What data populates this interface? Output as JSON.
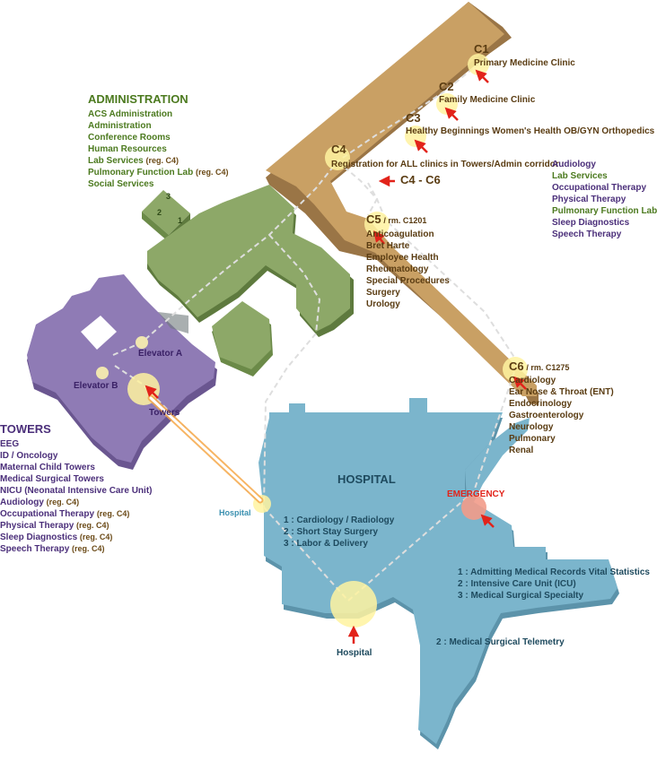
{
  "colors": {
    "clinic": "#c9a064",
    "admin": "#8da868",
    "towers": "#8f7bb5",
    "hospital": "#7bb5cc",
    "arrow": "#e2231a",
    "admin_text": "#4c7a1f",
    "clinic_text": "#6b4a17",
    "towers_text": "#4b2f7a",
    "hospital_text": "#1e4a5e"
  },
  "administration": {
    "title": "ADMINISTRATION",
    "items": [
      {
        "label": "ACS Administration",
        "note": ""
      },
      {
        "label": "Administration",
        "note": ""
      },
      {
        "label": "Conference Rooms",
        "note": ""
      },
      {
        "label": "Human Resources",
        "note": ""
      },
      {
        "label": "Lab Services",
        "note": "(reg. C4)"
      },
      {
        "label": "Pulmonary Function Lab",
        "note": "(reg. C4)"
      },
      {
        "label": "Social Services",
        "note": ""
      }
    ],
    "floor_numbers": [
      "1",
      "2",
      "3"
    ]
  },
  "towers": {
    "title": "TOWERS",
    "items": [
      {
        "label": "EEG",
        "note": ""
      },
      {
        "label": "ID / Oncology",
        "note": ""
      },
      {
        "label": "Maternal Child Towers",
        "note": ""
      },
      {
        "label": "Medical Surgical Towers",
        "note": ""
      },
      {
        "label": "NICU (Neonatal Intensive Care Unit)",
        "note": ""
      },
      {
        "label": "Audiology",
        "note": "(reg. C4)"
      },
      {
        "label": "Occupational Therapy",
        "note": "(reg. C4)"
      },
      {
        "label": "Physical Therapy",
        "note": "(reg. C4)"
      },
      {
        "label": "Sleep Diagnostics",
        "note": "(reg. C4)"
      },
      {
        "label": "Speech Therapy",
        "note": "(reg. C4)"
      }
    ],
    "elevator_a": "Elevator A",
    "elevator_b": "Elevator B",
    "entrance": "Towers"
  },
  "clinics": {
    "c1": {
      "code": "C1",
      "name": "Primary Medicine Clinic"
    },
    "c2": {
      "code": "C2",
      "name": "Family Medicine Clinic"
    },
    "c3": {
      "code": "C3",
      "name": "Healthy Beginnings   Women's Health OB/GYN   Orthopedics"
    },
    "c4": {
      "code": "C4",
      "name": "Registration for ALL clinics in Towers/Admin corridor :"
    },
    "c4_c6": "C4 - C6",
    "c4_services": [
      {
        "label": "Audiology",
        "kind": "tower"
      },
      {
        "label": "Lab Services",
        "kind": "admin"
      },
      {
        "label": "Occupational Therapy",
        "kind": "tower"
      },
      {
        "label": "Physical Therapy",
        "kind": "tower"
      },
      {
        "label": "Pulmonary Function Lab",
        "kind": "admin"
      },
      {
        "label": "Sleep Diagnostics",
        "kind": "tower"
      },
      {
        "label": "Speech Therapy",
        "kind": "tower"
      }
    ],
    "c5": {
      "code": "C5",
      "room": "/ rm. C1201",
      "items": [
        "Anticoagulation",
        "Bret Harte",
        "Employee Health",
        "Rheumatology",
        "Special Procedures",
        "Surgery",
        "Urology"
      ]
    },
    "c6": {
      "code": "C6",
      "room": "/ rm. C1275",
      "items": [
        "Cardiology",
        "Ear Nose & Throat (ENT)",
        "Endocrinology",
        "Gastroenterology",
        "Neurology",
        "Pulmonary",
        "Renal"
      ]
    }
  },
  "hospital": {
    "title": "HOSPITAL",
    "west_items": [
      "1 : Cardiology / Radiology",
      "2 : Short Stay Surgery",
      "3 : Labor & Delivery"
    ],
    "east_line1": "1 : Admitting   Medical Records   Vital Statistics",
    "east_line2": "2 : Intensive Care Unit (ICU)",
    "east_line3": "3 : Medical Surgical Specialty",
    "telemetry": "2 : Medical Surgical Telemetry",
    "emergency": "EMERGENCY",
    "entrance_bottom": "Hospital",
    "entrance_west": "Hospital"
  }
}
